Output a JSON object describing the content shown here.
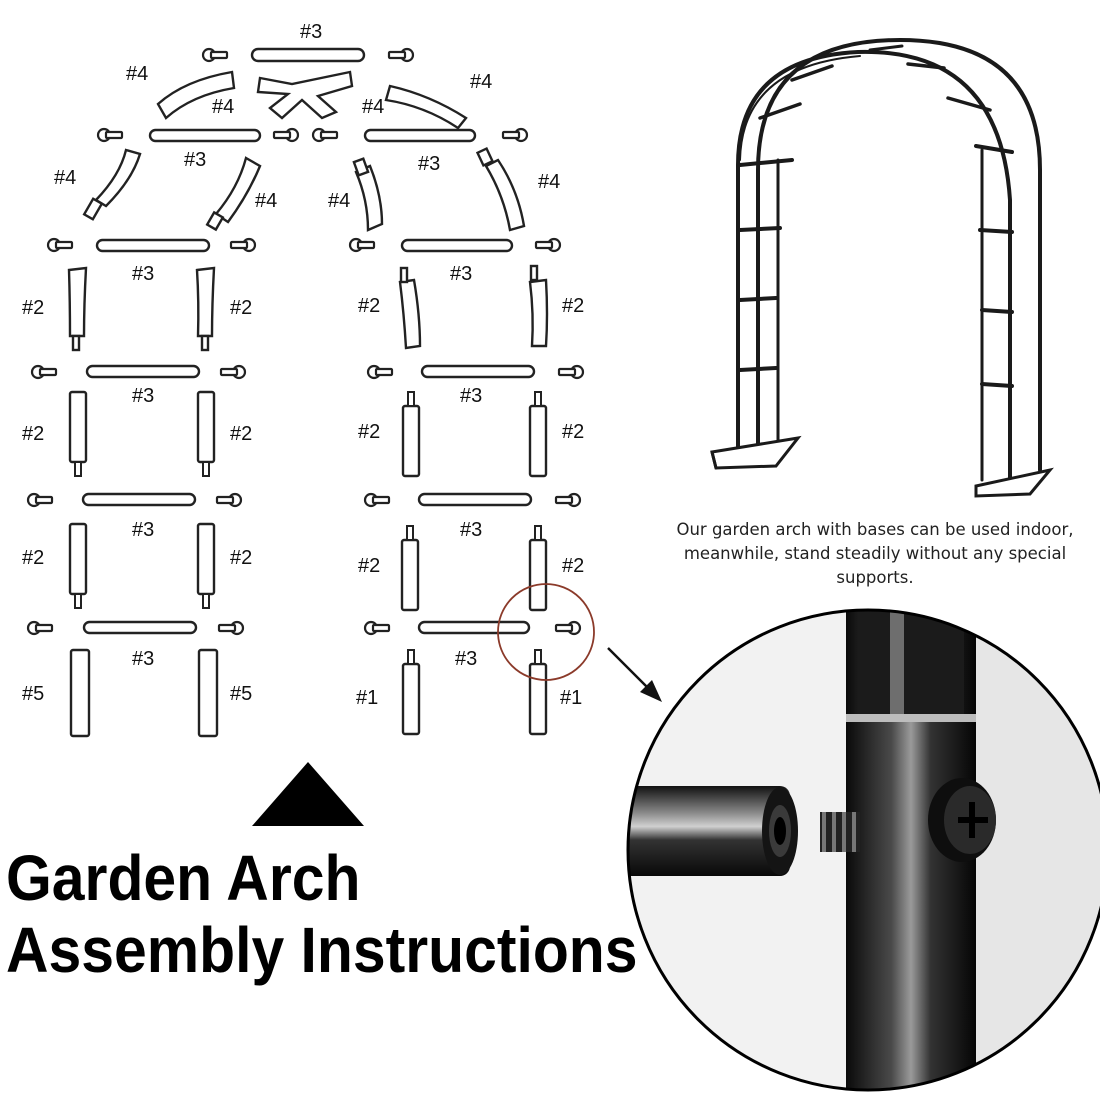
{
  "title": {
    "line1": "Garden Arch",
    "line2": "Assembly Instructions"
  },
  "caption": {
    "line1": "Our garden arch with bases can be used indoor,",
    "line2": "meanwhile, stand steadily without any special",
    "line3": "supports."
  },
  "part_labels": {
    "p1": "#1",
    "p2": "#2",
    "p3": "#3",
    "p4": "#4",
    "p5": "#5"
  }
}
